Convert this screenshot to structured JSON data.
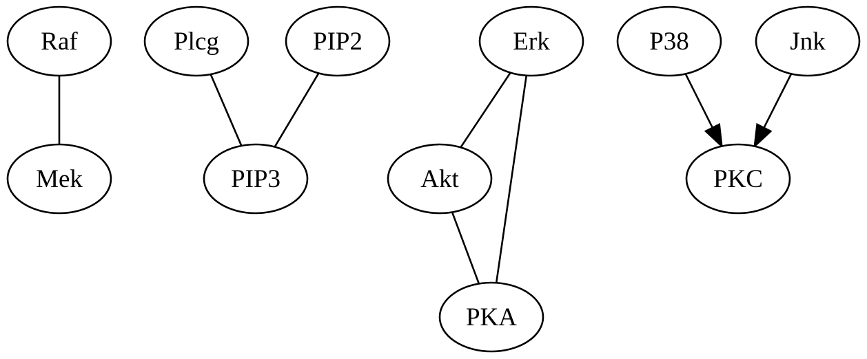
{
  "graph": {
    "nodes": [
      {
        "id": "Raf",
        "label": "Raf"
      },
      {
        "id": "Mek",
        "label": "Mek"
      },
      {
        "id": "Plcg",
        "label": "Plcg"
      },
      {
        "id": "PIP2",
        "label": "PIP2"
      },
      {
        "id": "PIP3",
        "label": "PIP3"
      },
      {
        "id": "Erk",
        "label": "Erk"
      },
      {
        "id": "Akt",
        "label": "Akt"
      },
      {
        "id": "PKA",
        "label": "PKA"
      },
      {
        "id": "P38",
        "label": "P38"
      },
      {
        "id": "Jnk",
        "label": "Jnk"
      },
      {
        "id": "PKC",
        "label": "PKC"
      }
    ],
    "edges": [
      {
        "from": "Raf",
        "to": "Mek",
        "directed": false
      },
      {
        "from": "Plcg",
        "to": "PIP3",
        "directed": false
      },
      {
        "from": "PIP2",
        "to": "PIP3",
        "directed": false
      },
      {
        "from": "Erk",
        "to": "Akt",
        "directed": false
      },
      {
        "from": "Erk",
        "to": "PKA",
        "directed": false
      },
      {
        "from": "Akt",
        "to": "PKA",
        "directed": false
      },
      {
        "from": "P38",
        "to": "PKC",
        "directed": true
      },
      {
        "from": "Jnk",
        "to": "PKC",
        "directed": true
      }
    ]
  }
}
